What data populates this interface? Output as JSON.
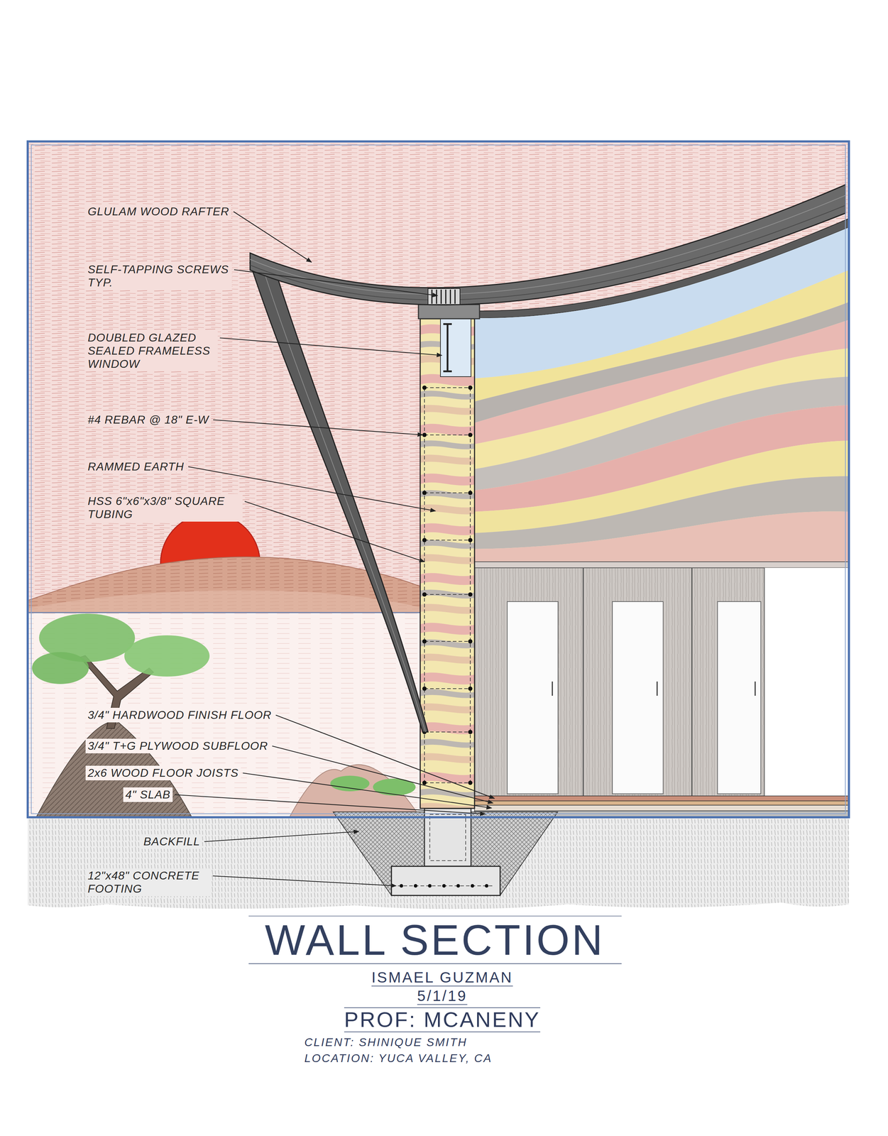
{
  "diagram": {
    "title": "WALL SECTION",
    "labels": [
      "GLULAM WOOD RAFTER",
      "SELF-TAPPING SCREWS TYP.",
      "DOUBLED GLAZED SEALED FRAMELESS WINDOW",
      "#4 REBAR @ 18\" E-W",
      "RAMMED EARTH",
      "HSS 6\"x6\"x3/8\" SQUARE TUBING",
      "3/4\" HARDWOOD FINISH FLOOR",
      "3/4\" T+G PLYWOOD SUBFLOOR",
      "2x6 WOOD FLOOR JOISTS",
      "4\" SLAB",
      "BACKFILL",
      "12\"x48\" CONCRETE FOOTING",
      "ISMAEL GUZMAN",
      "5/1/19",
      "PROF: MCANENY",
      "CLIENT: SHINIQUE SMITH",
      "LOCATION: YUCA VALLEY, CA"
    ]
  }
}
